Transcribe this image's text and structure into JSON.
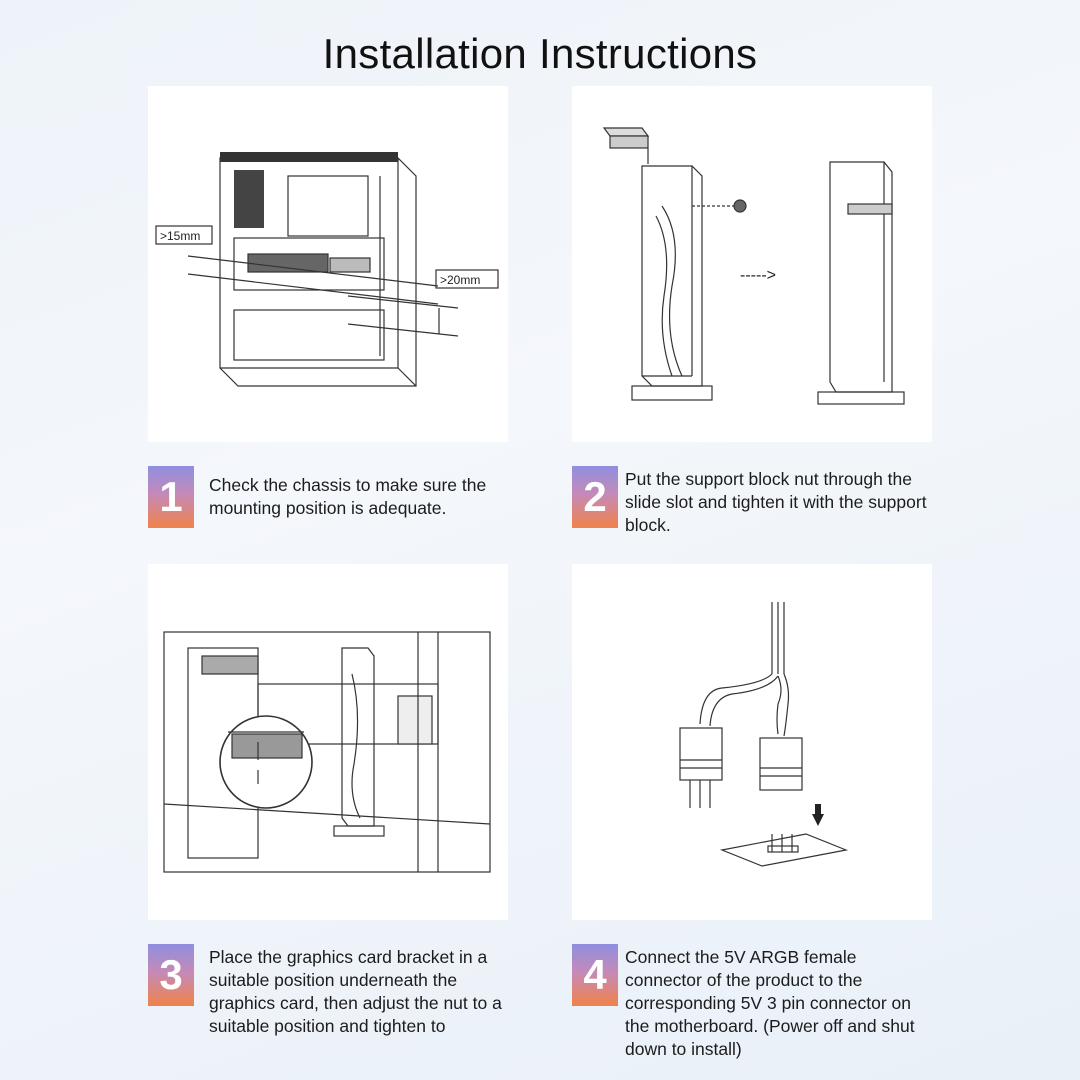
{
  "title": "Installation Instructions",
  "steps": [
    {
      "number": "1",
      "text": "Check the chassis to make sure the mounting position is adequate."
    },
    {
      "number": "2",
      "text": "Put the support block nut through the slide slot and tighten it with the support block."
    },
    {
      "number": "3",
      "text": "Place the graphics card bracket in a suitable position underneath the graphics card, then adjust the nut to a suitable position and tighten to"
    },
    {
      "number": "4",
      "text": "Connect the 5V ARGB female connector of the product to the corresponding 5V 3 pin connector on the motherboard. (Power off and shut down to install)"
    }
  ],
  "diagram1": {
    "label_a": ">15mm",
    "label_b": ">20mm"
  },
  "diagram2": {
    "arrow_text": "----->"
  }
}
